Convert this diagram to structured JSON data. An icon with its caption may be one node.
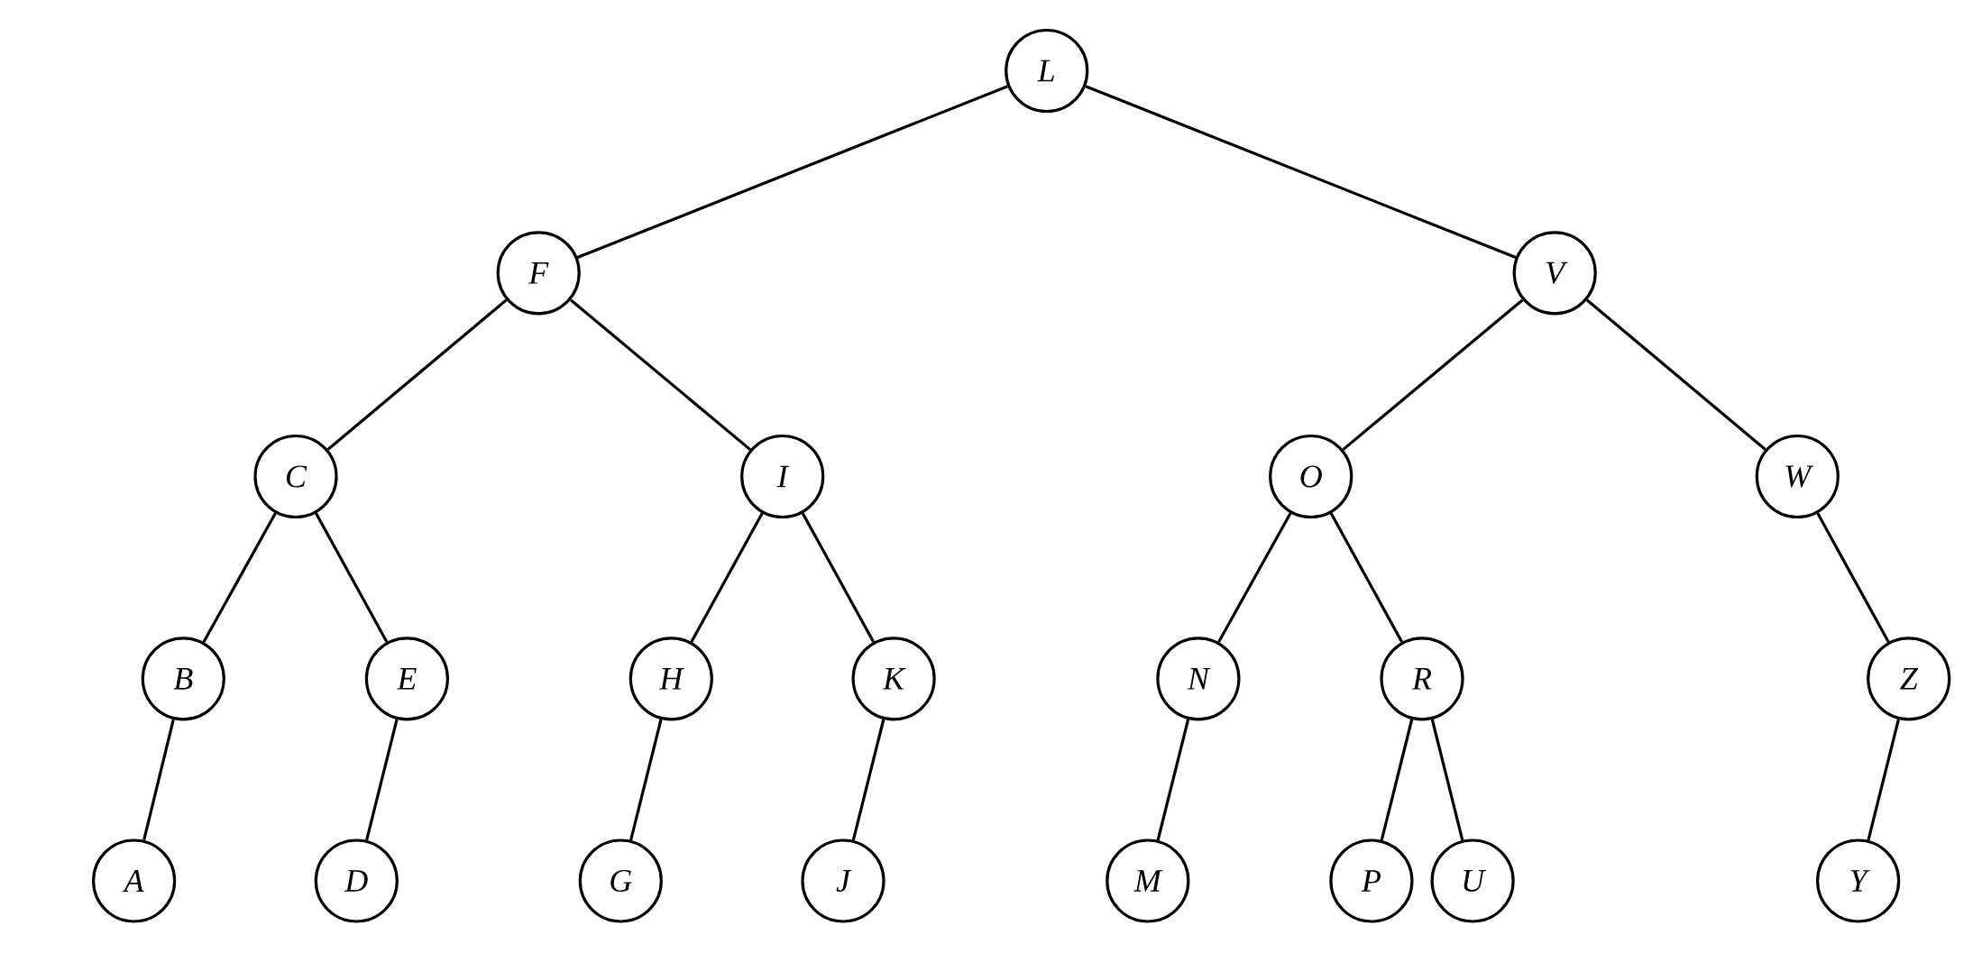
{
  "diagram": {
    "nodes": [
      {
        "text": [
          "L"
        ]
      },
      {
        "text": [
          "F"
        ]
      },
      {
        "text": [
          "V"
        ]
      },
      {
        "text": [
          "C"
        ]
      },
      {
        "text": [
          "I"
        ]
      },
      {
        "text": [
          "O"
        ]
      },
      {
        "text": [
          "W"
        ]
      },
      {
        "text": [
          "B"
        ]
      },
      {
        "text": [
          "E"
        ]
      },
      {
        "text": [
          "H"
        ]
      },
      {
        "text": [
          "K"
        ]
      },
      {
        "text": [
          "N"
        ]
      },
      {
        "text": [
          "R"
        ]
      },
      {
        "text": [
          "Z"
        ]
      },
      {
        "text": [
          "A"
        ]
      },
      {
        "text": [
          "D"
        ]
      },
      {
        "text": [
          "G"
        ]
      },
      {
        "text": [
          "J"
        ]
      },
      {
        "text": [
          "M"
        ]
      },
      {
        "text": [
          "P"
        ]
      },
      {
        "text": [
          "U"
        ]
      },
      {
        "text": [
          "Y"
        ]
      }
    ],
    "edges": [
      {
        "from": 0,
        "to": 1,
        "arrow": "none"
      },
      {
        "from": 0,
        "to": 2,
        "arrow": "none"
      },
      {
        "from": 1,
        "to": 3,
        "arrow": "none"
      },
      {
        "from": 1,
        "to": 4,
        "arrow": "none"
      },
      {
        "from": 2,
        "to": 5,
        "arrow": "none"
      },
      {
        "from": 2,
        "to": 6,
        "arrow": "none"
      },
      {
        "from": 3,
        "to": 7,
        "arrow": "none"
      },
      {
        "from": 3,
        "to": 8,
        "arrow": "none"
      },
      {
        "from": 4,
        "to": 9,
        "arrow": "none"
      },
      {
        "from": 4,
        "to": 10,
        "arrow": "none"
      },
      {
        "from": 5,
        "to": 11,
        "arrow": "none"
      },
      {
        "from": 5,
        "to": 12,
        "arrow": "none"
      },
      {
        "from": 6,
        "to": 13,
        "arrow": "none"
      },
      {
        "from": 7,
        "to": 14,
        "arrow": "none"
      },
      {
        "from": 8,
        "to": 15,
        "arrow": "none"
      },
      {
        "from": 9,
        "to": 16,
        "arrow": "none"
      },
      {
        "from": 10,
        "to": 17,
        "arrow": "none"
      },
      {
        "from": 11,
        "to": 18,
        "arrow": "none"
      },
      {
        "from": 12,
        "to": 19,
        "arrow": "none"
      },
      {
        "from": 12,
        "to": 20,
        "arrow": "none"
      },
      {
        "from": 13,
        "to": 21,
        "arrow": "none"
      }
    ]
  }
}
